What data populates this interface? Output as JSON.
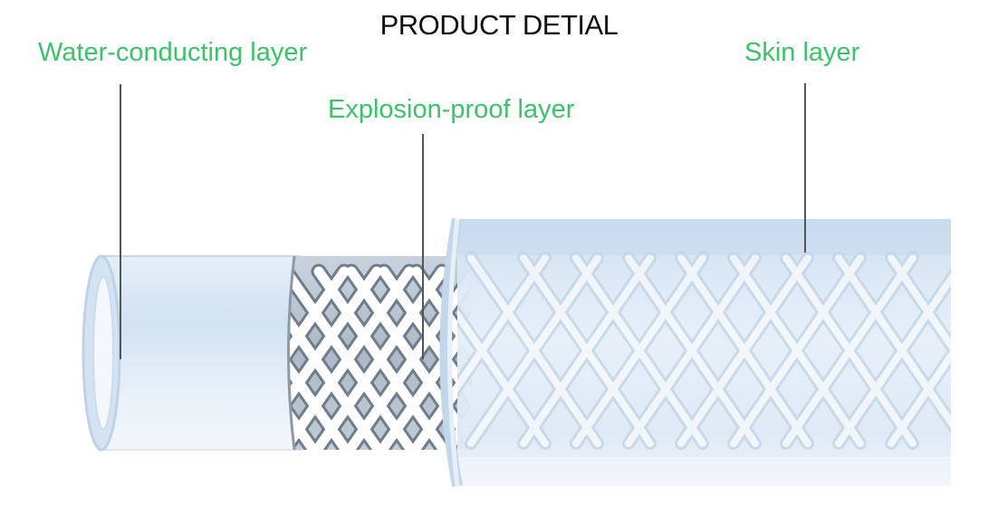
{
  "title": "PRODUCT DETIAL",
  "colors": {
    "label": "#3cc36a",
    "title": "#111111",
    "leader": "#555555",
    "tube": "#dceaf6",
    "braid": "#ffffff"
  },
  "labels": {
    "water_conducting": "Water-conducting layer",
    "explosion_proof": "Explosion-proof layer",
    "skin": "Skin layer"
  }
}
